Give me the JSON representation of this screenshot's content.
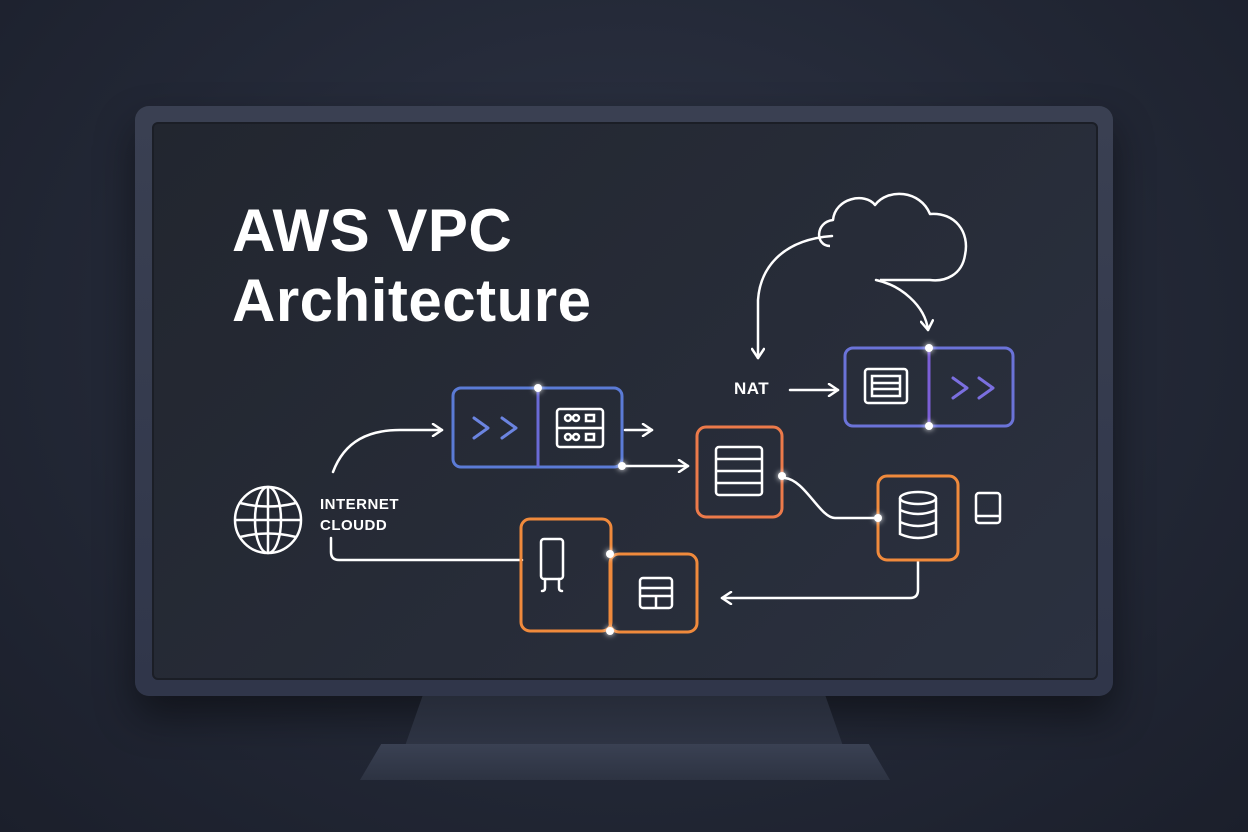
{
  "diagram": {
    "title_line1": "AWS VPC",
    "title_line2": "Architecture",
    "internet_label_line1": "INTERNET",
    "internet_label_line2": "CLOUDD",
    "nat_label": "NAT",
    "icons": {
      "internet": "globe-icon",
      "cloud": "cloud-icon",
      "gateway_left": "chevron-forward-icon",
      "gateway_right": "server-rack-icon",
      "nat_left": "server-icon",
      "nat_right": "chevron-forward-icon",
      "subnet": "server-icon",
      "database": "database-icon",
      "device": "tablet-icon",
      "app_left": "server-tower-icon",
      "app_right": "server-icon"
    },
    "colors": {
      "blue_group": "#5b7bd6",
      "purple_group": "#7b5fd6",
      "orange_group": "#f08a3c",
      "line": "#ffffff"
    }
  }
}
